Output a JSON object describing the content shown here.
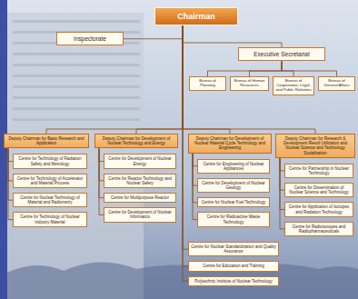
{
  "diagram": {
    "nodes": [
      {
        "text": [
          "Chairman"
        ]
      },
      {
        "text": [
          "Inspectorate"
        ]
      },
      {
        "text": [
          "Executive Secretariat"
        ]
      },
      {
        "text": [
          "Bureau of Planning"
        ]
      },
      {
        "text": [
          "Bureau of Human Resources"
        ]
      },
      {
        "text": [
          "Bureau of Cooperation, Legal, and Public Relations"
        ]
      },
      {
        "text": [
          "Bureau of General Affairs"
        ]
      },
      {
        "text": [
          "Deputy Chairman for Basic Research and Application"
        ]
      },
      {
        "text": [
          "Centre for Technology of Radiation Safety and Metrology"
        ]
      },
      {
        "text": [
          "Centre for Technology of Accelerator and Material Process"
        ]
      },
      {
        "text": [
          "Centre for Nuclear Technology of Material and Radiometry"
        ]
      },
      {
        "text": [
          "Centre for Technology of Nuclear Industry Material"
        ]
      },
      {
        "text": [
          "Deputy Chairman for Development of Nuclear Technology and Energy"
        ]
      },
      {
        "text": [
          "Centre for Development of Nuclear Energy"
        ]
      },
      {
        "text": [
          "Centre for Reactor Technology and Nuclear Safety"
        ]
      },
      {
        "text": [
          "Centre for Multipurpose Reactor"
        ]
      },
      {
        "text": [
          "Centre for Development of Nuclear Informatics"
        ]
      },
      {
        "text": [
          "Deputy Chairman for Development of Nuclear Material Cycle Technology and Engineering"
        ]
      },
      {
        "text": [
          "Centre for Engineering of Nuclear Appliances"
        ]
      },
      {
        "text": [
          "Centre for Development of Nuclear Geology"
        ]
      },
      {
        "text": [
          "Centre for Nuclear Fuel Technology"
        ]
      },
      {
        "text": [
          "Centre for Radioactive Waste Technology"
        ]
      },
      {
        "text": [
          "Deputy Chairman for Research & Development Result Utilization and Nuclear Science and Technology Socialization"
        ]
      },
      {
        "text": [
          "Centre for Partnership in Nuclear Technology"
        ]
      },
      {
        "text": [
          "Centre for Dissemination of Nuclear Science and Technology"
        ]
      },
      {
        "text": [
          "Centre for Application of Isotopes and Radiation Technology"
        ]
      },
      {
        "text": [
          "Centre for Radioisotopes and Radiopharmaceuticals"
        ]
      },
      {
        "text": [
          "Centre for Nuclear Standardization and Quality Assurance"
        ]
      },
      {
        "text": [
          "Centre for Education and Training"
        ]
      },
      {
        "text": [
          "Polytechnic Institute of Nuclear Technology"
        ]
      }
    ],
    "edges": [
      {
        "from": 0,
        "to": 1,
        "arrow": "none"
      },
      {
        "from": 0,
        "to": 2,
        "arrow": "none"
      },
      {
        "from": 2,
        "to": 3,
        "arrow": "none"
      },
      {
        "from": 2,
        "to": 4,
        "arrow": "none"
      },
      {
        "from": 2,
        "to": 5,
        "arrow": "none"
      },
      {
        "from": 2,
        "to": 6,
        "arrow": "none"
      },
      {
        "from": 0,
        "to": 7,
        "arrow": "none"
      },
      {
        "from": 0,
        "to": 12,
        "arrow": "none"
      },
      {
        "from": 0,
        "to": 17,
        "arrow": "none"
      },
      {
        "from": 0,
        "to": 22,
        "arrow": "none"
      },
      {
        "from": 7,
        "to": 8,
        "arrow": "none"
      },
      {
        "from": 7,
        "to": 9,
        "arrow": "none"
      },
      {
        "from": 7,
        "to": 10,
        "arrow": "none"
      },
      {
        "from": 7,
        "to": 11,
        "arrow": "none"
      },
      {
        "from": 12,
        "to": 13,
        "arrow": "none"
      },
      {
        "from": 12,
        "to": 14,
        "arrow": "none"
      },
      {
        "from": 12,
        "to": 15,
        "arrow": "none"
      },
      {
        "from": 12,
        "to": 16,
        "arrow": "none"
      },
      {
        "from": 17,
        "to": 18,
        "arrow": "none"
      },
      {
        "from": 17,
        "to": 19,
        "arrow": "none"
      },
      {
        "from": 17,
        "to": 20,
        "arrow": "none"
      },
      {
        "from": 17,
        "to": 21,
        "arrow": "none"
      },
      {
        "from": 22,
        "to": 23,
        "arrow": "none"
      },
      {
        "from": 22,
        "to": 24,
        "arrow": "none"
      },
      {
        "from": 22,
        "to": 25,
        "arrow": "none"
      },
      {
        "from": 22,
        "to": 26,
        "arrow": "none"
      },
      {
        "from": 0,
        "to": 27,
        "arrow": "none"
      },
      {
        "from": 0,
        "to": 28,
        "arrow": "none"
      },
      {
        "from": 0,
        "to": 29,
        "arrow": "none"
      }
    ]
  }
}
